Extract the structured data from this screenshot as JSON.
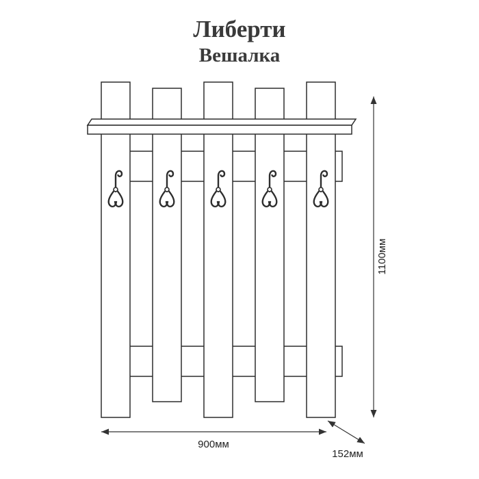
{
  "header": {
    "title": "Либерти",
    "subtitle": "Вешалка"
  },
  "drawing": {
    "item": "настенная вешалка",
    "slat_count": 5,
    "hook_count": 5,
    "has_shelf": true,
    "dimensions": {
      "height": "1100мм",
      "width": "900мм",
      "depth": "152мм"
    }
  },
  "colors": {
    "background": "#ffffff",
    "line": "#2d2d2d",
    "text": "#3a3a3a",
    "dimension": "#333333"
  }
}
